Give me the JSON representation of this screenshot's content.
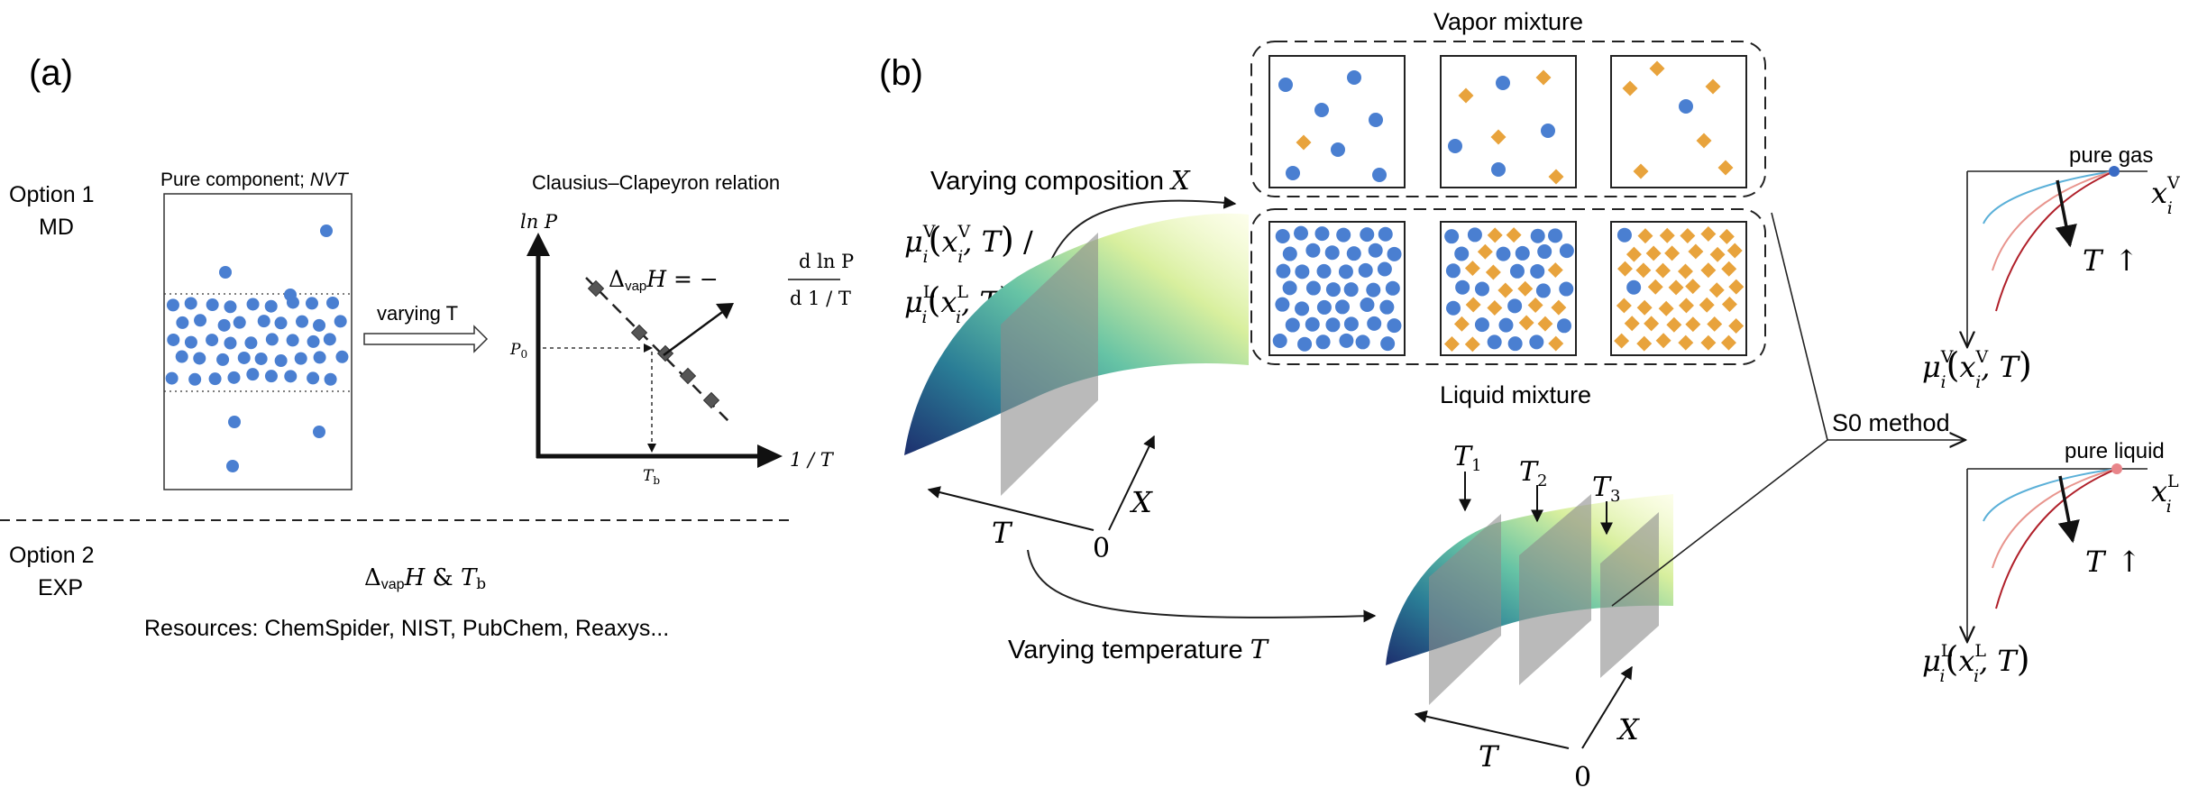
{
  "panel_a": {
    "label": "(a)",
    "option1": {
      "title": "Option 1",
      "subtitle": "MD"
    },
    "option2": {
      "title": "Option 2",
      "subtitle": "EXP"
    },
    "box_title_prefix": "Pure component; ",
    "box_title_ensemble": "NVT",
    "arrow_label": "varying T",
    "cc_title": "Clausius–Clapeyron relation",
    "axis_y": "ln P",
    "axis_x": "1 / T",
    "p0": "P",
    "p0_sub": "0",
    "tb": "T",
    "tb_sub": "b",
    "eq_delta": "Δ",
    "eq_vap": "vap",
    "eq_h": "H",
    "eq_equals": " = −",
    "eq_num": "d ln P",
    "eq_den": "d 1 / T",
    "exp_and": " & ",
    "exp_t": "T",
    "exp_tsub": "b",
    "resources": "Resources: ChemSpider, NIST, PubChem, Reaxys..."
  },
  "panel_b": {
    "label": "(b)",
    "vapor_label": "Vapor mixture",
    "liquid_label": "Liquid mixture",
    "varying_composition": "Varying composition ",
    "composition_symbol": "X",
    "varying_temperature": "Varying temperature ",
    "temperature_symbol": "T",
    "mu": "μ",
    "sub_i": "i",
    "sup_v": "V",
    "sup_l": "L",
    "x": "x",
    "comma_t": ", T",
    "slash": " /",
    "axis_t": "T",
    "axis_x": "X",
    "axis_zero": "0",
    "t_labels": [
      "T",
      "T",
      "T"
    ],
    "t_subs": [
      "1",
      "2",
      "3"
    ],
    "s0_method": "S0 method",
    "pure_gas": "pure gas",
    "pure_liquid": "pure liquid",
    "t_up": "T",
    "up_arrow": "↑"
  },
  "colors": {
    "blue_particle": "#4a7fd1",
    "orange_particle": "#e8a33c",
    "curve_light_blue": "#5bb0d8",
    "curve_pink": "#e8958e",
    "curve_red": "#b0202a",
    "pure_gas_dot": "#3a6bc4",
    "pure_liquid_dot": "#e8858a"
  }
}
